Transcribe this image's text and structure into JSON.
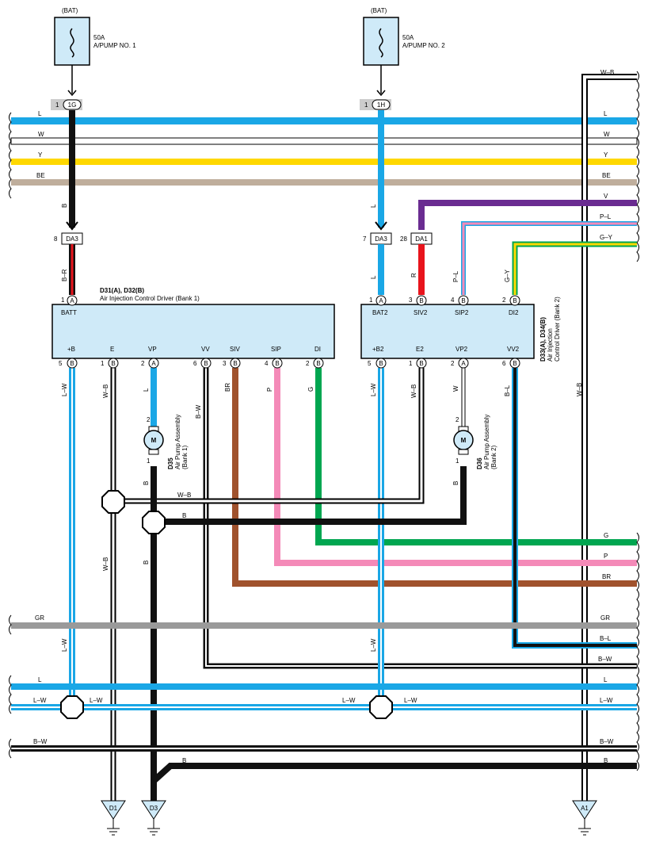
{
  "fuses": [
    {
      "bat": "(BAT)",
      "rating": "50A",
      "name": "A/PUMP NO. 1",
      "pin": "1",
      "conn": "1G"
    },
    {
      "bat": "(BAT)",
      "rating": "50A",
      "name": "A/PUMP NO. 2",
      "pin": "1",
      "conn": "1H"
    }
  ],
  "bus": [
    {
      "code": "L",
      "color": "#1aa7e6"
    },
    {
      "code": "W",
      "color": "#ffffff"
    },
    {
      "code": "Y",
      "color": "#ffd800"
    },
    {
      "code": "BE",
      "color": "#bfae9c"
    },
    {
      "code": "GR",
      "color": "#9a9a9a"
    },
    {
      "code": "L",
      "color": "#1aa7e6"
    },
    {
      "code": "L–W",
      "color": "#1aa7e6"
    },
    {
      "code": "B–W",
      "color": "#111111"
    }
  ],
  "wire_labels": {
    "wb_top": "W–B",
    "v": "V",
    "pl": "P–L",
    "gy": "G–Y",
    "b_drop": "B",
    "l_drop": "L",
    "br": "B–R",
    "r": "R",
    "pl_v": "P–L",
    "gy_v": "G–Y",
    "lw1": "L–W",
    "wb1": "W–B",
    "l_vp": "L",
    "bw_vv": "B–W",
    "br_siv": "BR",
    "p_sip": "P",
    "g_di": "G",
    "lw2": "L–W",
    "wb2": "W–B",
    "w_vp2": "W",
    "bl_vv2": "B–L",
    "m1_b": "B",
    "m2_b": "B",
    "wb_h": "W–B",
    "b_h": "B",
    "b_vert": "B",
    "wb_vert": "W–B",
    "wb_right": "W–B",
    "g": "G",
    "p": "P",
    "br_h": "BR",
    "bl_h": "B–L",
    "bw_h": "B–W",
    "lw_left_v": "L–W",
    "lw_right_v": "L–W",
    "lw_j1a": "L–W",
    "lw_j1b": "L–W",
    "lw_j2a": "L–W",
    "lw_j2b": "L–W",
    "b_bottom": "B"
  },
  "ecu1": {
    "title": "D31(A), D32(B)",
    "subtitle": "Air Injection Control Driver (Bank 1)",
    "top_pin": {
      "num": "1",
      "letter": "A",
      "name": "BATT"
    },
    "bottom_pins": [
      {
        "num": "5",
        "letter": "B",
        "name": "+B"
      },
      {
        "num": "1",
        "letter": "B",
        "name": "E"
      },
      {
        "num": "2",
        "letter": "A",
        "name": "VP"
      },
      {
        "num": "6",
        "letter": "B",
        "name": "VV"
      },
      {
        "num": "3",
        "letter": "B",
        "name": "SIV"
      },
      {
        "num": "4",
        "letter": "B",
        "name": "SIP"
      },
      {
        "num": "2",
        "letter": "B",
        "name": "DI"
      }
    ]
  },
  "ecu2": {
    "title": "D33(A), D34(B)",
    "subtitle1": "Air Injection",
    "subtitle2": "Control Driver (Bank 2)",
    "top_pins": [
      {
        "num": "1",
        "letter": "A",
        "name": "BAT2"
      },
      {
        "num": "3",
        "letter": "B",
        "name": "SIV2"
      },
      {
        "num": "4",
        "letter": "B",
        "name": "SIP2"
      },
      {
        "num": "2",
        "letter": "B",
        "name": "DI2"
      }
    ],
    "bottom_pins": [
      {
        "num": "5",
        "letter": "B",
        "name": "+B2"
      },
      {
        "num": "1",
        "letter": "B",
        "name": "E2"
      },
      {
        "num": "2",
        "letter": "A",
        "name": "VP2"
      },
      {
        "num": "6",
        "letter": "B",
        "name": "VV2"
      }
    ]
  },
  "connectors": [
    {
      "pin": "8",
      "name": "DA3"
    },
    {
      "pin": "7",
      "name": "DA3"
    },
    {
      "pin": "28",
      "name": "DA1"
    }
  ],
  "motors": [
    {
      "id": "D35",
      "name": "Air Pump Assembly",
      "bank": "(Bank 1)",
      "symbol": "M",
      "pin_top": "2",
      "pin_bottom": "1"
    },
    {
      "id": "D36",
      "name": "Air Pump Assembly",
      "bank": "(Bank 2)",
      "symbol": "M",
      "pin_top": "2",
      "pin_bottom": "1"
    }
  ],
  "grounds": [
    "D1",
    "D3",
    "A1"
  ]
}
